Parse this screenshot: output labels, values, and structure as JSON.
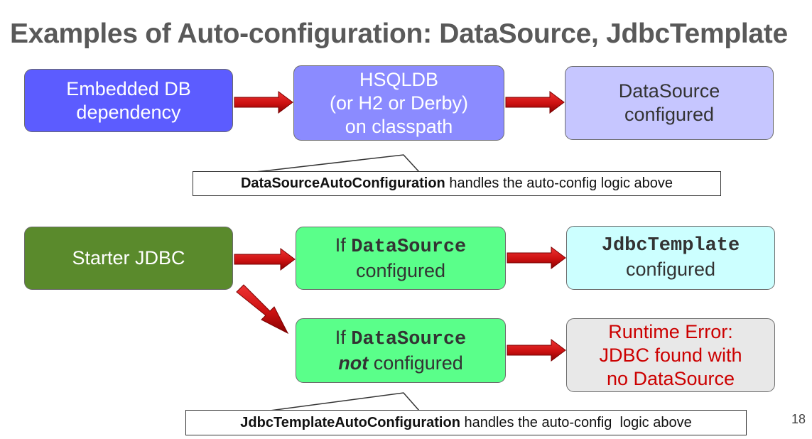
{
  "title": "Examples of Auto-configuration: DataSource, JdbcTemplate",
  "boxes": {
    "embedded_db": {
      "line1": "Embedded DB",
      "line2": "dependency"
    },
    "hsqldb": {
      "line1": "HSQLDB",
      "line2": "(or H2 or Derby)",
      "line3": "on classpath"
    },
    "datasource_configured": {
      "line1": "DataSource",
      "line2": "configured"
    },
    "starter_jdbc": {
      "line1": "Starter JDBC"
    },
    "if_datasource": {
      "prefix": "If ",
      "code": "DataSource",
      "line2": "configured"
    },
    "jdbctemplate_configured": {
      "code": "JdbcTemplate",
      "line2": "configured"
    },
    "if_not_datasource": {
      "prefix": "If ",
      "code": "DataSource",
      "emph": "not",
      "line2_rest": " configured"
    },
    "runtime_error": {
      "line1": "Runtime Error:",
      "line2": "JDBC found with",
      "line3": "no DataSource"
    }
  },
  "callouts": {
    "datasource": {
      "bold": "DataSourceAutoConfiguration",
      "rest": " handles the auto-config logic above"
    },
    "jdbctemplate": {
      "bold": "JdbcTemplateAutoConfiguration",
      "rest": " handles the auto-config  logic above"
    }
  },
  "page_number": "18",
  "colors": {
    "title": "#595959",
    "arrow": "#cc1111",
    "embedded_db_box": "#5c5cff",
    "hsqldb_box": "#8b8bff",
    "datasource_box": "#c6c6ff",
    "starter_jdbc_box": "#5a8a2c",
    "if_box": "#5aff8a",
    "jdbctemplate_box": "#ccffff",
    "error_box": "#e8e8e8",
    "error_text": "#cc0000"
  }
}
